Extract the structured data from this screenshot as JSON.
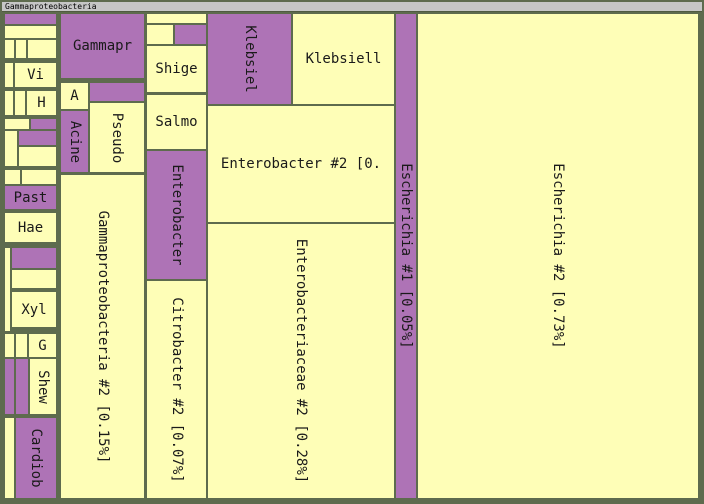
{
  "root_label": "Gammaproteobacteria",
  "colors": {
    "yellow": "#fefeb7",
    "purple": "#ae73b6",
    "border": "#5e6b4e"
  },
  "chart_data": {
    "type": "treemap",
    "title": "Gammaproteobacteria",
    "cells": [
      {
        "id": "a1",
        "label": "",
        "color": "purple"
      },
      {
        "id": "a2",
        "label": "",
        "color": "yellow"
      },
      {
        "id": "a3",
        "label": "",
        "color": "yellow"
      },
      {
        "id": "a4",
        "label": "",
        "color": "yellow"
      },
      {
        "id": "a5",
        "label": "",
        "color": "yellow"
      },
      {
        "id": "vi-small",
        "label": "",
        "color": "yellow"
      },
      {
        "id": "vi",
        "label": "Vi",
        "color": "yellow"
      },
      {
        "id": "h1",
        "label": "",
        "color": "yellow"
      },
      {
        "id": "h2",
        "label": "",
        "color": "yellow"
      },
      {
        "id": "h",
        "label": "H",
        "color": "yellow"
      },
      {
        "id": "b1",
        "label": "",
        "color": "yellow"
      },
      {
        "id": "b2",
        "label": "",
        "color": "purple"
      },
      {
        "id": "b3",
        "label": "",
        "color": "yellow"
      },
      {
        "id": "b4",
        "label": "",
        "color": "purple"
      },
      {
        "id": "b5",
        "label": "",
        "color": "yellow"
      },
      {
        "id": "c1",
        "label": "",
        "color": "yellow"
      },
      {
        "id": "c2",
        "label": "",
        "color": "yellow"
      },
      {
        "id": "past",
        "label": "Past",
        "color": "purple"
      },
      {
        "id": "hae",
        "label": "Hae",
        "color": "yellow"
      },
      {
        "id": "d1",
        "label": "",
        "color": "yellow"
      },
      {
        "id": "d2",
        "label": "",
        "color": "purple"
      },
      {
        "id": "d3",
        "label": "",
        "color": "yellow"
      },
      {
        "id": "xyl",
        "label": "Xyl",
        "color": "yellow"
      },
      {
        "id": "e1",
        "label": "",
        "color": "yellow"
      },
      {
        "id": "e2",
        "label": "",
        "color": "yellow"
      },
      {
        "id": "g",
        "label": "G",
        "color": "yellow"
      },
      {
        "id": "e3",
        "label": "",
        "color": "purple"
      },
      {
        "id": "e4",
        "label": "",
        "color": "purple"
      },
      {
        "id": "shew",
        "label": "Shew",
        "color": "yellow"
      },
      {
        "id": "f1",
        "label": "",
        "color": "yellow"
      },
      {
        "id": "cardiob",
        "label": "Cardiob",
        "color": "purple"
      },
      {
        "id": "gammapr",
        "label": "Gammapr",
        "color": "purple"
      },
      {
        "id": "a-cell",
        "label": "A",
        "color": "yellow"
      },
      {
        "id": "acine",
        "label": "Acine",
        "color": "purple"
      },
      {
        "id": "pseudo-top",
        "label": "",
        "color": "purple"
      },
      {
        "id": "pseudo",
        "label": "Pseudo",
        "color": "yellow"
      },
      {
        "id": "gamma2",
        "label": "Gammaproteobacteria #2 [0.15%]",
        "color": "yellow"
      },
      {
        "id": "s1",
        "label": "",
        "color": "yellow"
      },
      {
        "id": "s2",
        "label": "",
        "color": "yellow"
      },
      {
        "id": "s3",
        "label": "",
        "color": "purple"
      },
      {
        "id": "shige",
        "label": "Shige",
        "color": "yellow"
      },
      {
        "id": "salmo",
        "label": "Salmo",
        "color": "yellow"
      },
      {
        "id": "enterobacter",
        "label": "Enterobacter",
        "color": "purple"
      },
      {
        "id": "citro2",
        "label": "Citrobacter #2 [0.07%]",
        "color": "yellow"
      },
      {
        "id": "klebsiel",
        "label": "Klebsiel",
        "color": "purple"
      },
      {
        "id": "klebsiell",
        "label": "Klebsiell",
        "color": "yellow"
      },
      {
        "id": "entero2",
        "label": "Enterobacter #2 [0.",
        "color": "yellow"
      },
      {
        "id": "enteroaceae2",
        "label": "Enterobacteriaceae #2 [0.28%]",
        "color": "yellow"
      },
      {
        "id": "esch1",
        "label": "Escherichia #1 [0.05%]",
        "color": "purple"
      },
      {
        "id": "esch2",
        "label": "Escherichia #2 [0.73%]",
        "color": "yellow"
      }
    ]
  }
}
